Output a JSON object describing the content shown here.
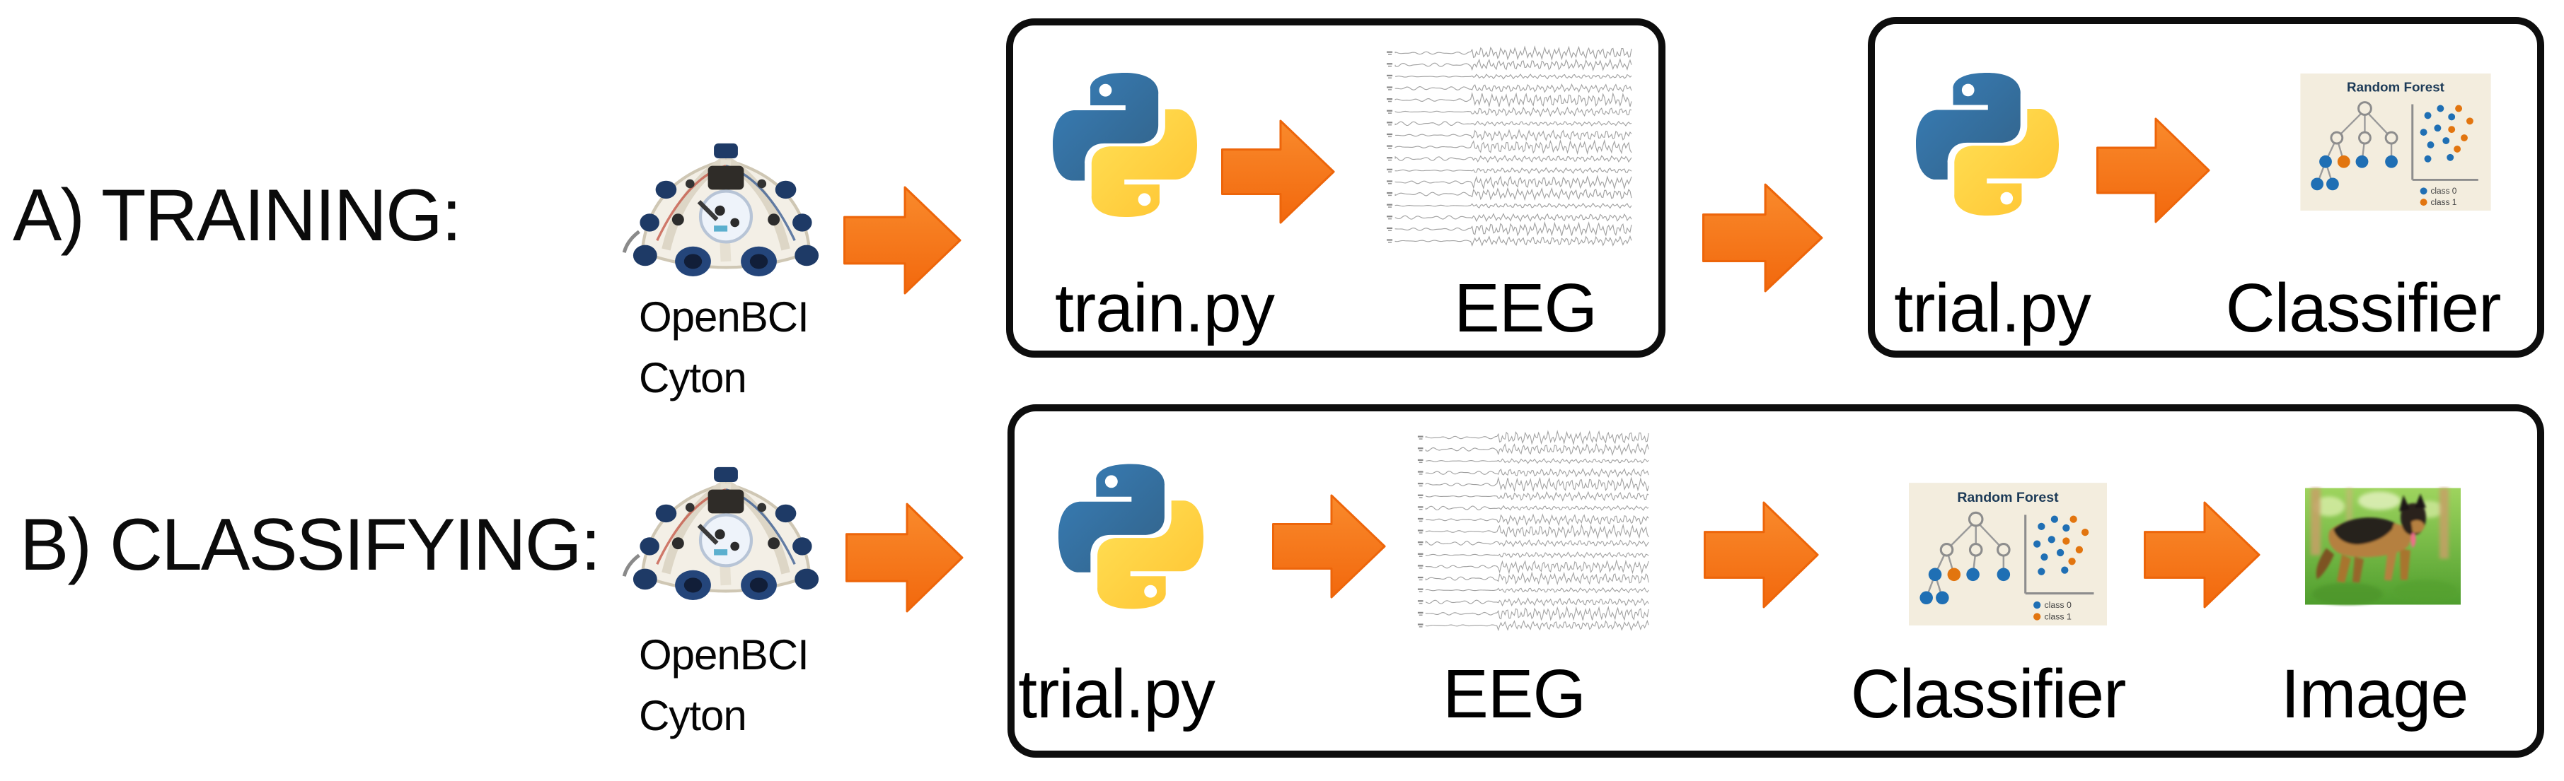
{
  "rows": {
    "a": {
      "section_label": "A) TRAINING:",
      "device": {
        "caption_line1": "OpenBCI",
        "caption_line2": "Cyton"
      },
      "box1": {
        "script_label": "train.py",
        "data_label": "EEG"
      },
      "box2": {
        "script_label": "trial.py",
        "data_label": "Classifier"
      }
    },
    "b": {
      "section_label": "B) CLASSIFYING:",
      "device": {
        "caption_line1": "OpenBCI",
        "caption_line2": "Cyton"
      },
      "box": {
        "script_label": "trial.py",
        "data_label": "EEG",
        "classifier_label": "Classifier",
        "image_label": "Image"
      }
    }
  },
  "random_forest_card": {
    "title": "Random Forest",
    "legend": [
      {
        "label": "class 0",
        "color": "#1f6fb4"
      },
      {
        "label": "class 1",
        "color": "#e2750f"
      }
    ]
  },
  "icons": {
    "python_logo": "python-logo",
    "flow_arrow": "arrow-right",
    "headset": "openbci-cyton-headset",
    "eeg": "eeg-signal-plot",
    "random_forest": "random-forest-diagram",
    "dog": "german-shepherd-photo"
  },
  "colors": {
    "arrow_orange": "#f6741b",
    "arrow_edge": "#ed650a",
    "box_border": "#0d0d0d",
    "rf_card_bg": "#f3edde",
    "rf_blue": "#1f6fb4",
    "rf_orange": "#e2750f",
    "eeg_trace": "#8f8f8f",
    "python_blue": "#387eb8",
    "python_yellow": "#ffd843"
  }
}
